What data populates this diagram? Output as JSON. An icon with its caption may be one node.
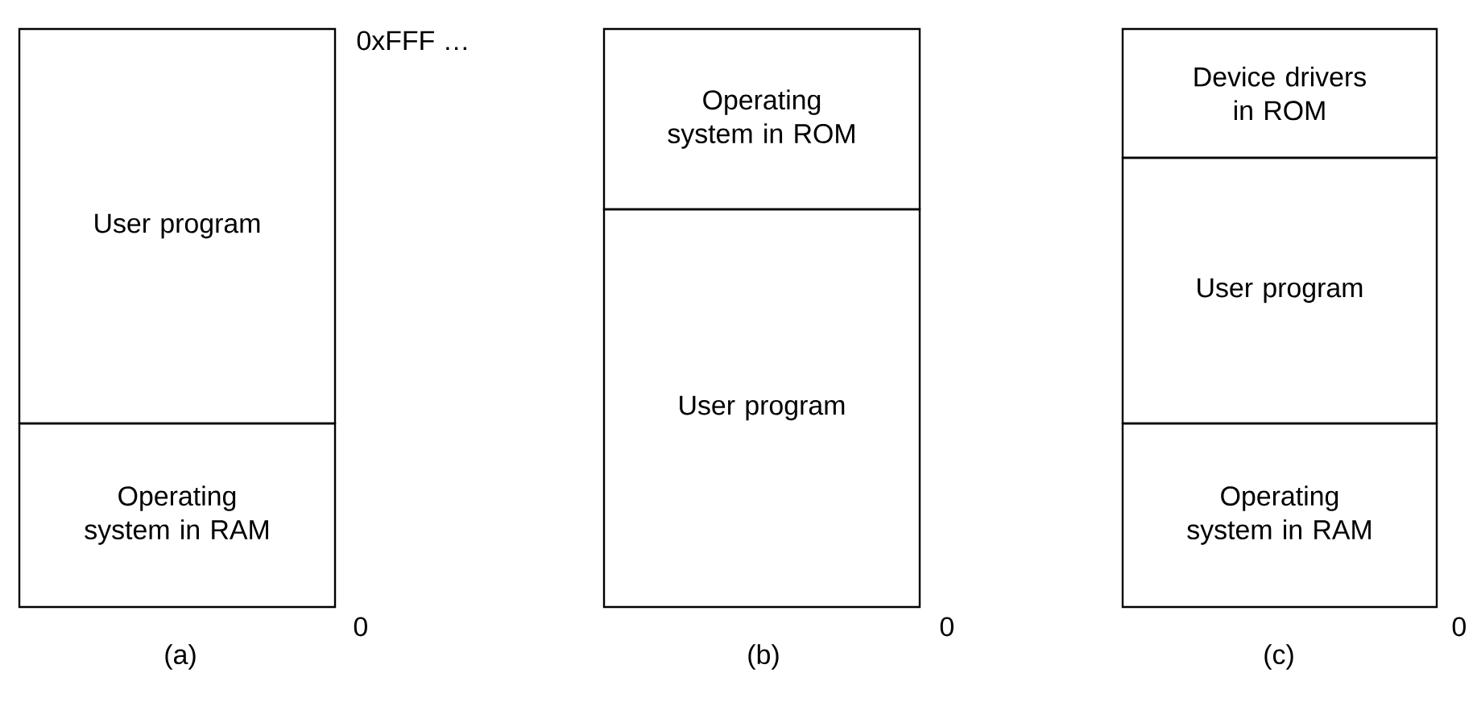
{
  "diagram": {
    "nodes": [
      {
        "text": [
          "User program"
        ]
      },
      {
        "text": [
          "Operating system in RAM"
        ]
      },
      {
        "text": [
          "Operating system in ROM"
        ]
      },
      {
        "text": [
          "User program"
        ]
      },
      {
        "text": [
          "Device drivers in ROM"
        ]
      },
      {
        "text": [
          "User program"
        ]
      },
      {
        "text": [
          "Operating system in RAM"
        ]
      }
    ],
    "labels": [
      "0xFFF …",
      "0",
      "0",
      "0",
      "(a)",
      "(b)",
      "(c)"
    ]
  }
}
